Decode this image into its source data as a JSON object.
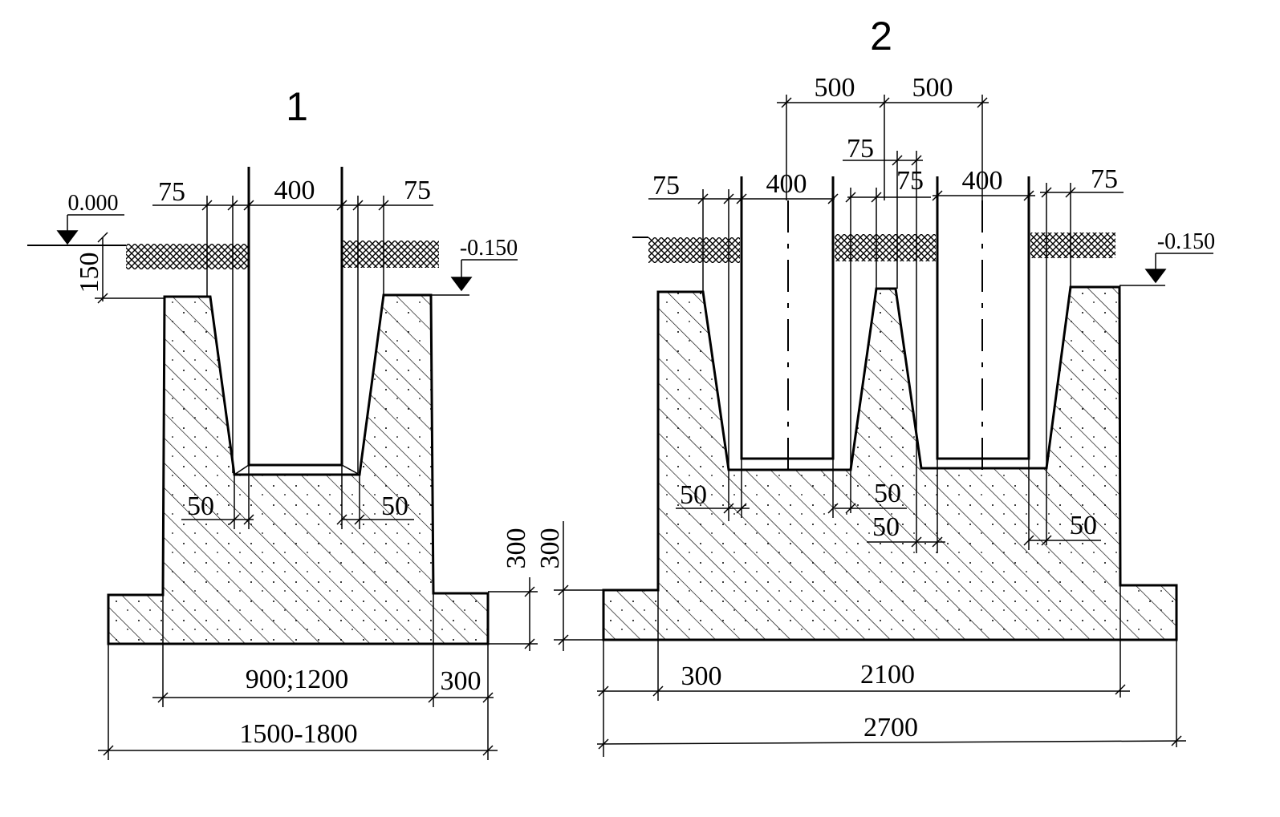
{
  "figure1": {
    "number": "1",
    "dims": {
      "top_left_75": "75",
      "top_400": "400",
      "top_right_75": "75",
      "elev_top": "0.000",
      "elev_base": "-0.150",
      "depth_150": "150",
      "left_50": "50",
      "right_50": "50",
      "height_300": "300",
      "bottom_width": "900;1200",
      "bottom_300": "300",
      "total_width": "1500-1800"
    }
  },
  "figure2": {
    "number": "2",
    "dims": {
      "top_500_left": "500",
      "top_500_right": "500",
      "mid_75_upper": "75",
      "left_75": "75",
      "left_400": "400",
      "mid_75_lower": "75",
      "right_400": "400",
      "right_75": "75",
      "elev_base": "-0.150",
      "left_50": "50",
      "mid_50_upper": "50",
      "mid_50_lower": "50",
      "right_50": "50",
      "height_300": "300",
      "bottom_300": "300",
      "bottom_2100": "2100",
      "total_width": "2700"
    }
  }
}
